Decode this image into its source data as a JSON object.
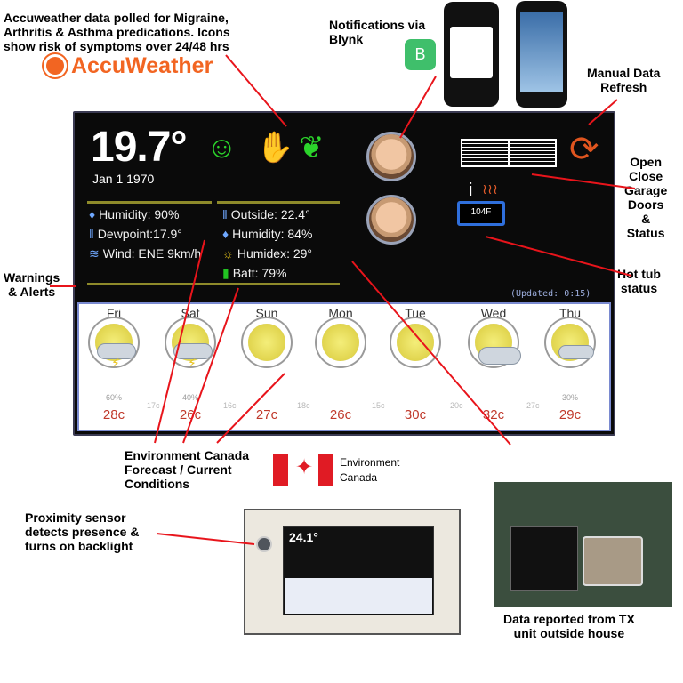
{
  "annotations": {
    "accuweather": "Accuweather data polled for Migraine,\nArthritis & Asthma predications. Icons\nshow risk of symptoms over 24/48 hrs",
    "accuweather_logo": "AccuWeather",
    "notifications": "Notifications via\nBlynk",
    "blynk_letter": "B",
    "manual_refresh": "Manual Data\nRefresh",
    "garage": "Open\nClose\nGarage\nDoors\n&\nStatus",
    "hot_tub": "Hot tub\nstatus",
    "warnings": "Warnings\n& Alerts",
    "env_canada": "Environment Canada\nForecast / Current\nConditions",
    "env_canada_logo": "Environment\nCanada",
    "proximity": "Proximity sensor\ndetects presence &\nturns on backlight",
    "tx_unit": "Data reported from TX\nunit outside house"
  },
  "screen": {
    "temperature": "19.7°",
    "date": "Jan 1 1970",
    "health_icons": [
      "migraine-icon",
      "arthritis-icon",
      "asthma-lungs-icon"
    ],
    "indoor": [
      {
        "icon": "droplet-icon",
        "text": "Humidity: 90%"
      },
      {
        "icon": "thermometer-icon",
        "text": "Dewpoint:17.9°"
      },
      {
        "icon": "wind-icon",
        "text": "Wind: ENE 9km/h"
      }
    ],
    "outdoor": [
      {
        "icon": "thermometer-icon",
        "text": "Outside: 22.4°"
      },
      {
        "icon": "droplet-icon",
        "text": "Humidity: 84%"
      },
      {
        "icon": "sun-humidex-icon",
        "text": "Humidex: 29°"
      },
      {
        "icon": "battery-icon",
        "text": "Batt: 79%"
      }
    ],
    "hot_tub_temp": "104F",
    "updated": "(Updated: 0:15)"
  },
  "forecast": [
    {
      "day": "Fri",
      "icon": "thunderstorm-icon",
      "pop": "60%",
      "high": "28c",
      "low": ""
    },
    {
      "day": "Sat",
      "icon": "thunderstorm-icon",
      "pop": "40%",
      "high": "26c",
      "low": "17c"
    },
    {
      "day": "Sun",
      "icon": "sunny-icon",
      "pop": "",
      "high": "27c",
      "low": "16c"
    },
    {
      "day": "Mon",
      "icon": "sunny-icon",
      "pop": "",
      "high": "26c",
      "low": "18c"
    },
    {
      "day": "Tue",
      "icon": "sunny-icon",
      "pop": "",
      "high": "30c",
      "low": "15c"
    },
    {
      "day": "Wed",
      "icon": "partly-cloudy-icon",
      "pop": "",
      "high": "32c",
      "low": "20c"
    },
    {
      "day": "Thu",
      "icon": "sun-cloud-icon",
      "pop": "30%",
      "high": "29c",
      "low": "27c"
    }
  ],
  "mini_screen": {
    "temperature": "24.1°"
  },
  "colors": {
    "accuweather": "#f26522",
    "health_icons": "#2bd42b",
    "forecast_high": "#c0392b",
    "canada_red": "#e01b24"
  }
}
